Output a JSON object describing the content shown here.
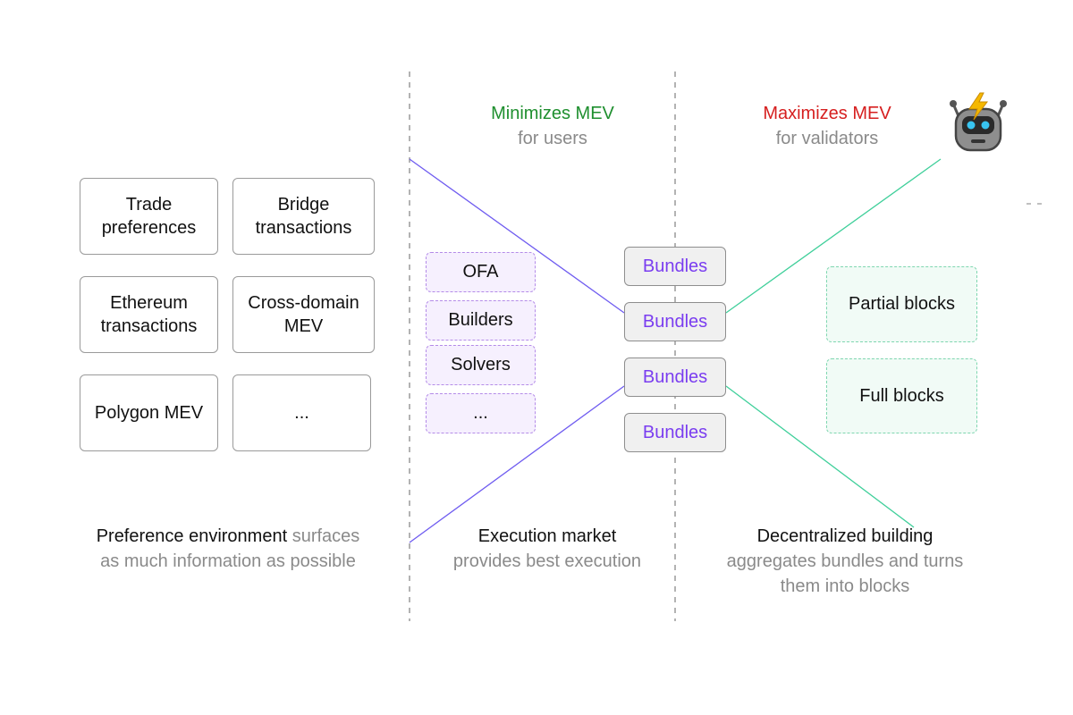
{
  "preference": {
    "items": [
      "Trade\npreferences",
      "Bridge\ntransactions",
      "Ethereum\ntransactions",
      "Cross-domain\nMEV",
      "Polygon MEV",
      "..."
    ],
    "caption_main": "Preference environment",
    "caption_rest_1": " surfaces",
    "caption_rest_2": "as much information as possible"
  },
  "market": {
    "heading_main": "Minimizes MEV",
    "heading_sub": "for users",
    "items": [
      "OFA",
      "Builders",
      "Solvers",
      "..."
    ],
    "caption_main": "Execution market",
    "caption_sub": "provides best execution"
  },
  "bundles": {
    "items": [
      "Bundles",
      "Bundles",
      "Bundles",
      "Bundles"
    ]
  },
  "building": {
    "heading_main": "Maximizes MEV",
    "heading_sub": "for validators",
    "items": [
      "Partial blocks",
      "Full blocks"
    ],
    "caption_main": "Decentralized building",
    "caption_sub_1": "aggregates bundles and turns",
    "caption_sub_2": "them into blocks"
  },
  "colors": {
    "purple_line": "#6f5cf0",
    "green_line": "#3fcf9a",
    "bundle_text": "#7a3df0",
    "minimize": "#1f8f2f",
    "maximize": "#d61f1f"
  },
  "icons": {
    "robot": "robot-icon"
  }
}
